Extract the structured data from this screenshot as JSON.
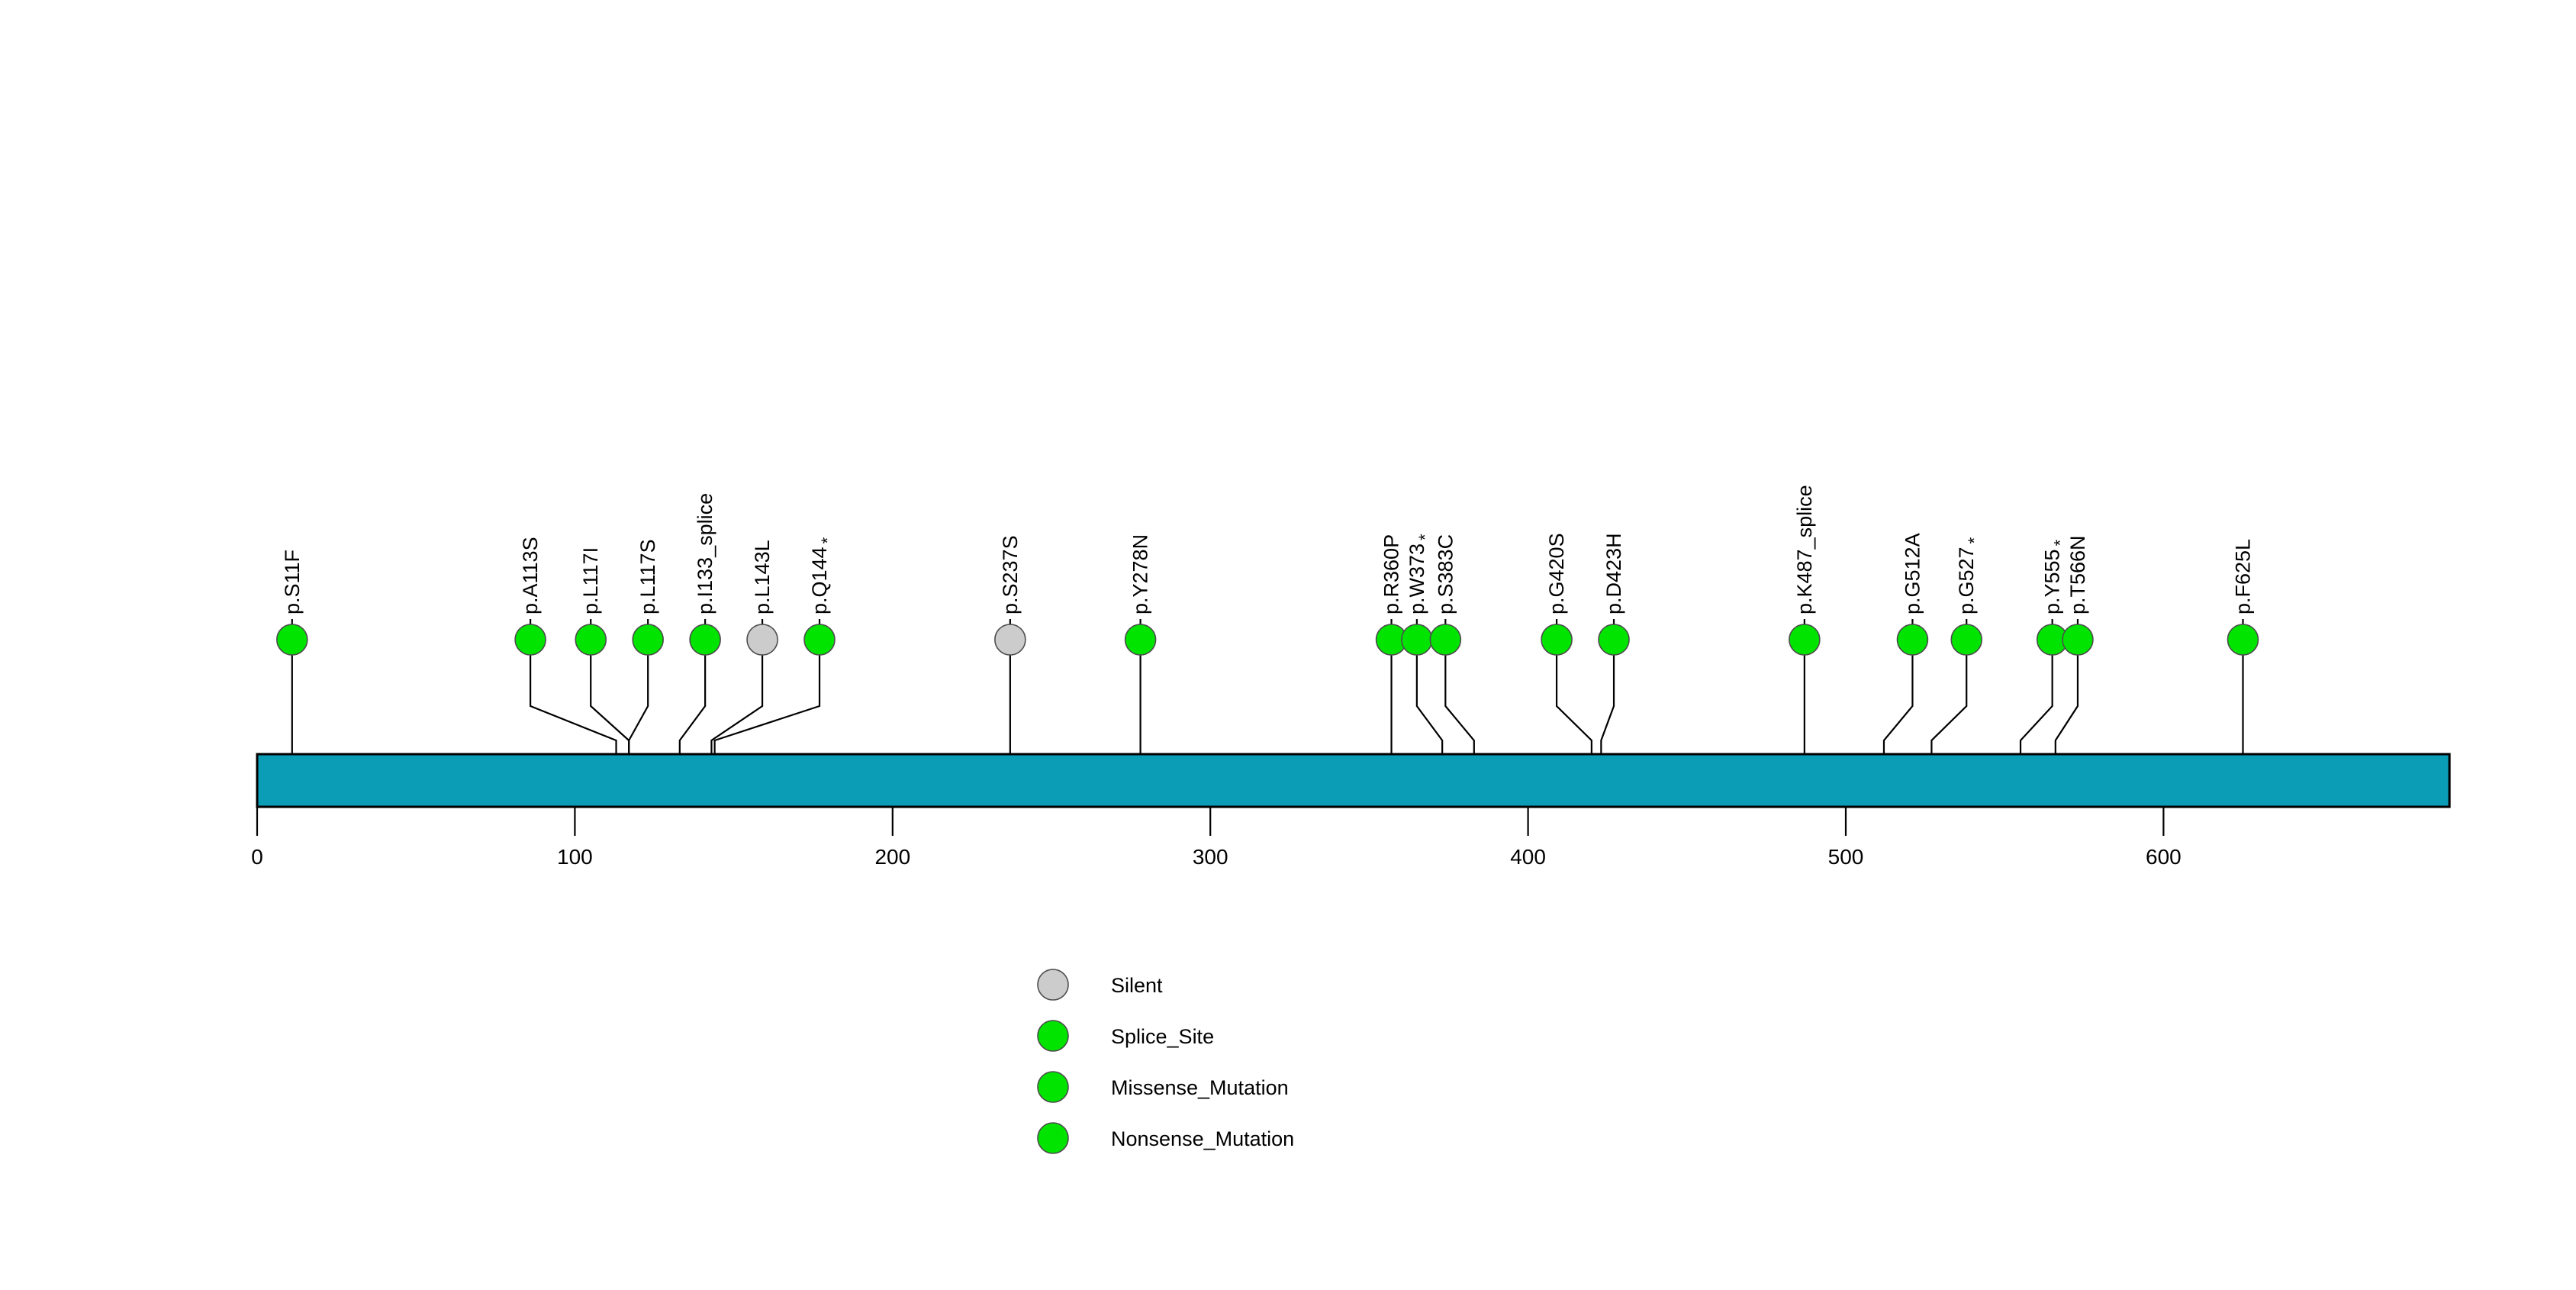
{
  "chart_data": {
    "type": "lollipop",
    "title": "",
    "xlabel": "",
    "ylabel": "",
    "xlim": [
      0,
      690
    ],
    "protein_length": 690,
    "axis_ticks": [
      0,
      100,
      200,
      300,
      400,
      500,
      600
    ],
    "axis_tick_labels": [
      "0",
      "100",
      "200",
      "300",
      "400",
      "500",
      "600"
    ],
    "grid": false,
    "legend_position": "bottom-center",
    "colors": {
      "silent": "#cccccc",
      "splice_site": "#00e400",
      "missense_mutation": "#00e400",
      "nonsense_mutation": "#00e400",
      "protein_bar": "#0b9cb6",
      "stem": "#000000",
      "outline": "#4d4d4d"
    },
    "mutations": [
      {
        "label": "p.S11F",
        "position": 11,
        "class": "missense_mutation",
        "color": "#00e400",
        "label_x": 11,
        "star": false
      },
      {
        "label": "p.A113S",
        "position": 113,
        "class": "missense_mutation",
        "color": "#00e400",
        "label_x": 86,
        "star": false
      },
      {
        "label": "p.L117I",
        "position": 117,
        "class": "missense_mutation",
        "color": "#00e400",
        "label_x": 105,
        "star": false
      },
      {
        "label": "p.L117S",
        "position": 117,
        "class": "missense_mutation",
        "color": "#00e400",
        "label_x": 123,
        "star": false
      },
      {
        "label": "p.I133_splice",
        "position": 133,
        "class": "splice_site",
        "color": "#00e400",
        "label_x": 141,
        "star": false
      },
      {
        "label": "p.L143L",
        "position": 143,
        "class": "silent",
        "color": "#cccccc",
        "label_x": 159,
        "star": false
      },
      {
        "label": "p.Q144",
        "position": 144,
        "class": "nonsense_mutation",
        "color": "#00e400",
        "label_x": 177,
        "star": true
      },
      {
        "label": "p.S237S",
        "position": 237,
        "class": "silent",
        "color": "#cccccc",
        "label_x": 237,
        "star": false
      },
      {
        "label": "p.Y278N",
        "position": 278,
        "class": "missense_mutation",
        "color": "#00e400",
        "label_x": 278,
        "star": false
      },
      {
        "label": "p.R360P",
        "position": 357,
        "class": "missense_mutation",
        "color": "#00e400",
        "label_x": 357,
        "star": false
      },
      {
        "label": "p.W373",
        "position": 373,
        "class": "nonsense_mutation",
        "color": "#00e400",
        "label_x": 365,
        "star": true
      },
      {
        "label": "p.S383C",
        "position": 383,
        "class": "missense_mutation",
        "color": "#00e400",
        "label_x": 374,
        "star": false
      },
      {
        "label": "p.G420S",
        "position": 420,
        "class": "missense_mutation",
        "color": "#00e400",
        "label_x": 409,
        "star": false
      },
      {
        "label": "p.D423H",
        "position": 423,
        "class": "missense_mutation",
        "color": "#00e400",
        "label_x": 427,
        "star": false
      },
      {
        "label": "p.K487_splice",
        "position": 487,
        "class": "splice_site",
        "color": "#00e400",
        "label_x": 487,
        "star": false
      },
      {
        "label": "p.G512A",
        "position": 512,
        "class": "missense_mutation",
        "color": "#00e400",
        "label_x": 521,
        "star": false
      },
      {
        "label": "p.G527",
        "position": 527,
        "class": "nonsense_mutation",
        "color": "#00e400",
        "label_x": 538,
        "star": true
      },
      {
        "label": "p.Y555",
        "position": 555,
        "class": "nonsense_mutation",
        "color": "#00e400",
        "label_x": 565,
        "star": true
      },
      {
        "label": "p.T566N",
        "position": 566,
        "class": "missense_mutation",
        "color": "#00e400",
        "label_x": 573,
        "star": false
      },
      {
        "label": "p.F625L",
        "position": 625,
        "class": "missense_mutation",
        "color": "#00e400",
        "label_x": 625,
        "star": false
      }
    ],
    "legend": [
      {
        "label": "Silent",
        "color": "#cccccc"
      },
      {
        "label": "Splice_Site",
        "color": "#00e400"
      },
      {
        "label": "Missense_Mutation",
        "color": "#00e400"
      },
      {
        "label": "Nonsense_Mutation",
        "color": "#00e400"
      }
    ]
  }
}
